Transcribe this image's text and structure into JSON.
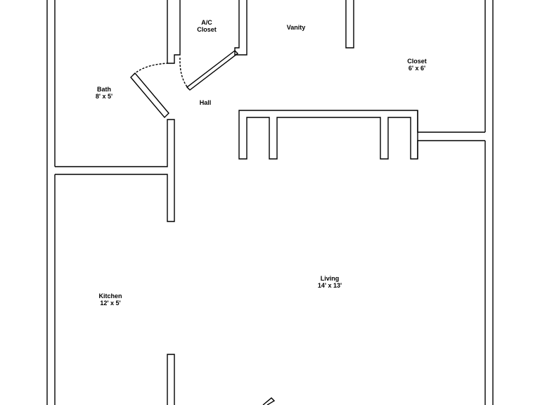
{
  "rooms": {
    "ac_closet": {
      "name": "A/C",
      "name2": "Closet"
    },
    "vanity": {
      "name": "Vanity"
    },
    "closet": {
      "name": "Closet",
      "size": "6' x 6'"
    },
    "bath": {
      "name": "Bath",
      "size": "8' x 5'"
    },
    "hall": {
      "name": "Hall"
    },
    "living": {
      "name": "Living",
      "size": "14' x 13'"
    },
    "kitchen": {
      "name": "Kitchen",
      "size": "12' x 5'"
    }
  },
  "colors": {
    "wall_stroke": "#000000",
    "background": "#ffffff"
  }
}
